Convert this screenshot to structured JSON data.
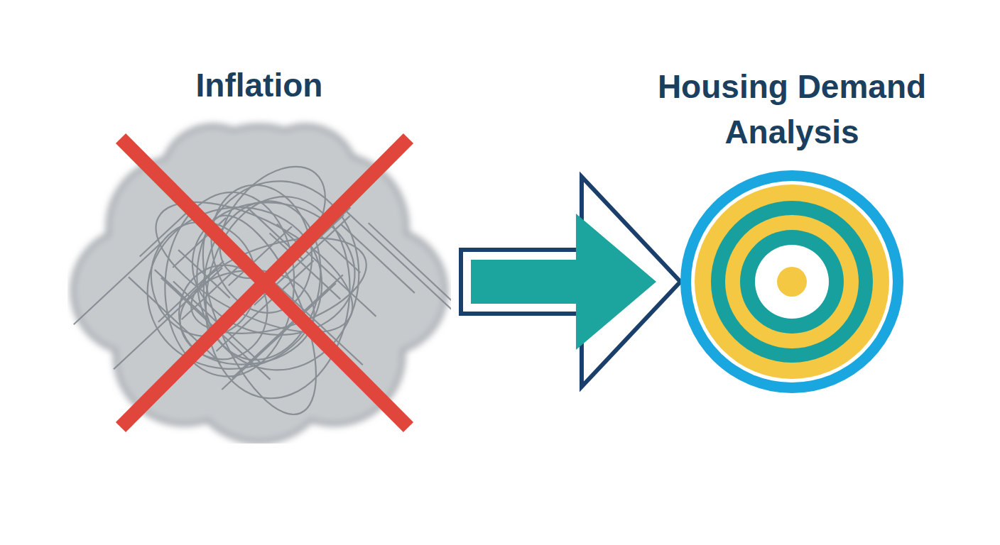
{
  "diagram": {
    "nodes": [
      {
        "text": [
          "Inflation"
        ]
      },
      {
        "text": [
          "Housing Demand Analysis"
        ]
      }
    ],
    "edges": [
      {
        "from": 0,
        "to": 1,
        "arrow": "to"
      }
    ]
  }
}
